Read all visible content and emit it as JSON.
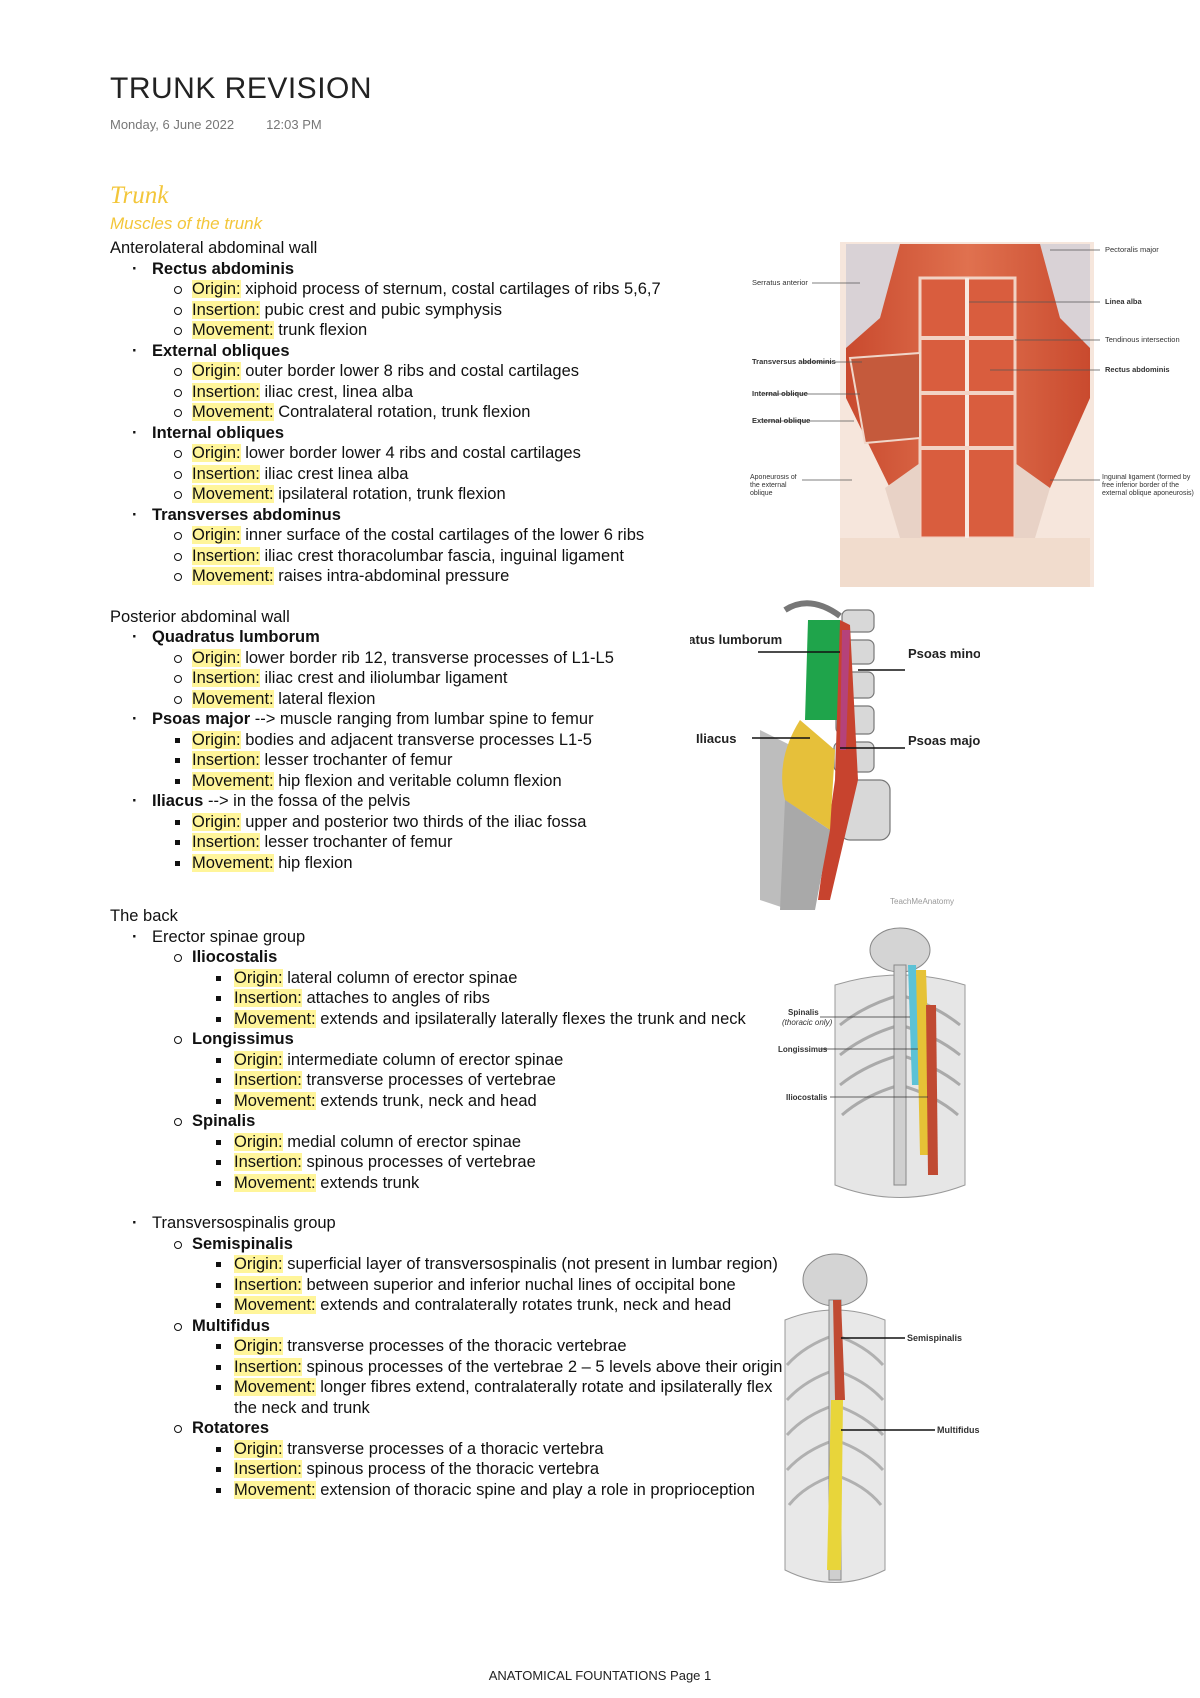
{
  "page": {
    "title": "TRUNK REVISION",
    "date": "Monday, 6 June 2022",
    "time": "12:03 PM",
    "heading": "Trunk",
    "subheading": "Muscles of the trunk",
    "footer": "ANATOMICAL FOUNTATIONS Page 1"
  },
  "sections": {
    "anterolateral": "Anterolateral abdominal wall",
    "posterior": "Posterior abdominal wall",
    "back": "The back"
  },
  "labels": {
    "origin": "Origin:",
    "insertion": "Insertion:",
    "movement": "Movement:"
  },
  "muscles": {
    "rectus": {
      "name": "Rectus abdominis",
      "origin": " xiphoid process of sternum, costal cartilages of ribs 5,6,7",
      "insertion": " pubic crest and pubic symphysis",
      "movement": " trunk flexion"
    },
    "external": {
      "name": "External obliques",
      "origin": " outer border lower 8 ribs and costal cartilages",
      "insertion": " iliac crest, linea alba",
      "movement": " Contralateral rotation, trunk flexion"
    },
    "internal": {
      "name": "Internal obliques",
      "origin": " lower border lower 4 ribs and costal cartilages",
      "insertion": " iliac crest linea alba",
      "movement": " ipsilateral rotation, trunk flexion"
    },
    "transverses": {
      "name": "Transverses abdominus",
      "origin": " inner surface of the costal cartilages of the lower 6 ribs",
      "insertion": " iliac crest thoracolumbar fascia, inguinal ligament",
      "movement": " raises intra-abdominal pressure"
    },
    "quadratus": {
      "name": "Quadratus lumborum",
      "origin": " lower border rib 12, transverse processes of L1-L5",
      "insertion": " iliac crest and iliolumbar ligament",
      "movement": " lateral flexion"
    },
    "psoas": {
      "name": "Psoas major",
      "note": " --> muscle ranging from lumbar spine to femur",
      "origin": " bodies and adjacent transverse processes L1-5",
      "insertion": " lesser trochanter of femur",
      "movement": " hip flexion and veritable column flexion"
    },
    "iliacus": {
      "name": "Iliacus",
      "note": " --> in the fossa of the pelvis",
      "origin": " upper and posterior two thirds of the iliac fossa",
      "insertion": " lesser trochanter of femur",
      "movement": " hip flexion"
    },
    "erector": {
      "group": "Erector spinae group"
    },
    "iliocostalis": {
      "name": "Iliocostalis",
      "origin": " lateral column of erector spinae",
      "insertion": " attaches to angles of ribs",
      "movement": " extends and ipsilaterally laterally flexes the trunk and neck"
    },
    "longissimus": {
      "name": "Longissimus",
      "origin": " intermediate column of erector spinae",
      "insertion": " transverse processes of vertebrae",
      "movement": " extends trunk, neck and head"
    },
    "spinalis": {
      "name": "Spinalis",
      "origin": " medial column of erector spinae",
      "insertion": " spinous processes of vertebrae",
      "movement": " extends trunk"
    },
    "transverso": {
      "group": "Transversospinalis group"
    },
    "semispinalis": {
      "name": "Semispinalis",
      "origin": " superficial layer of transversospinalis (not present in lumbar region)",
      "insertion": " between superior and inferior nuchal lines of occipital bone",
      "movement": " extends and contralaterally rotates trunk, neck and head"
    },
    "multifidus": {
      "name": "Multifidus",
      "origin": " transverse processes of the thoracic vertebrae",
      "insertion": " spinous processes of the vertebrae 2 – 5 levels above their origin",
      "movement": " longer fibres extend, contralaterally rotate and ipsilaterally flex the neck and trunk"
    },
    "rotatores": {
      "name": "Rotatores",
      "origin": " transverse processes of a thoracic vertebra",
      "insertion": " spinous process of the thoracic vertebra",
      "movement": " extension of thoracic spine and play a role in proprioception"
    }
  },
  "figures": {
    "abdomen": {
      "labels": [
        "Pectoralis major",
        "Serratus anterior",
        "Linea alba",
        "Tendinous intersection",
        "Transversus abdominis",
        "Rectus abdominis",
        "Internal oblique",
        "External oblique",
        "Aponeurosis of the external oblique",
        "Inguinal ligament (formed by free inferior border of the external oblique aponeurosis)"
      ]
    },
    "posterior_wall": {
      "labels": [
        "Quadratus lumborum",
        "Psoas minor",
        "Iliacus",
        "Psoas major"
      ],
      "credit": "TeachMeAnatomy"
    },
    "erector": {
      "labels": [
        "Spinalis",
        "(thoracic only)",
        "Longissimus",
        "Iliocostalis"
      ]
    },
    "transverso": {
      "labels": [
        "Semispinalis",
        "Multifidus"
      ]
    }
  }
}
